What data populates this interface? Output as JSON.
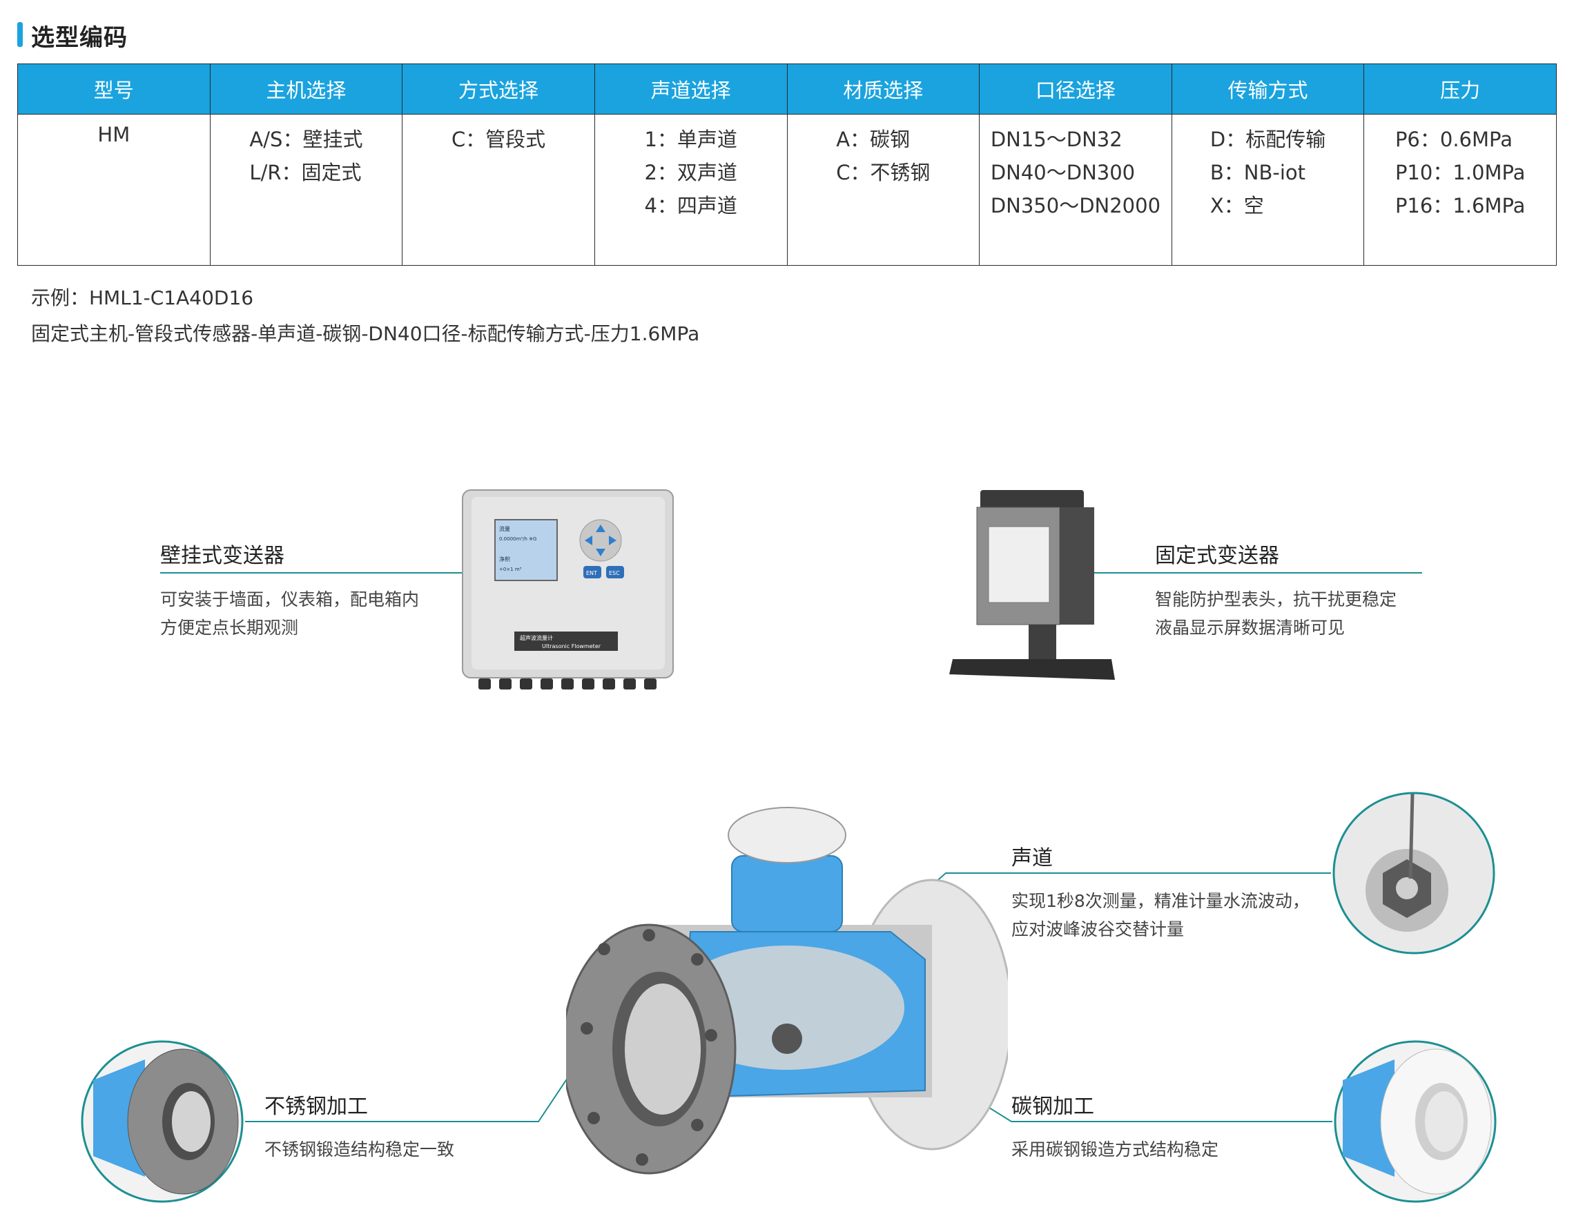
{
  "section": {
    "title": "选型编码"
  },
  "table": {
    "headers": [
      "型号",
      "主机选择",
      "方式选择",
      "声道选择",
      "材质选择",
      "口径选择",
      "传输方式",
      "压力"
    ],
    "cells": [
      [
        "HM"
      ],
      [
        "A/S：壁挂式",
        "L/R：固定式"
      ],
      [
        "C：管段式"
      ],
      [
        "1：单声道",
        "2：双声道",
        "4：四声道"
      ],
      [
        "A：碳钢",
        "C：不锈钢"
      ],
      [
        "DN15～DN32",
        "DN40～DN300",
        "DN350～DN2000"
      ],
      [
        "D：标配传输",
        "B：NB-iot",
        "X：空"
      ],
      [
        "P6：0.6MPa",
        "P10：1.0MPa",
        "P16：1.6MPa"
      ]
    ]
  },
  "example": {
    "code_line": "示例：HML1-C1A40D16",
    "desc_line": "固定式主机-管段式传感器-单声道-碳钢-DN40口径-标配传输方式-压力1.6MPa"
  },
  "devices": {
    "wall": {
      "title": "壁挂式变送器",
      "desc": [
        "可安装于墙面，仪表箱，配电箱内",
        "方便定点长期观测"
      ],
      "screen_line1": "流量",
      "screen_line2": "0.0000m³/h ※G",
      "screen_line3": "净积",
      "screen_line4": "+0×1 m³",
      "btn1": "ENT",
      "btn2": "ESC",
      "brand_cn": "超声波流量计",
      "brand_en": "Ultrasonic Flowmeter"
    },
    "fixed": {
      "title": "固定式变送器",
      "desc": [
        "智能防护型表头，抗干扰更稳定",
        "液晶显示屏数据清晰可见"
      ]
    }
  },
  "features": {
    "channel": {
      "title": "声道",
      "desc": [
        "实现1秒8次测量，精准计量水流波动，",
        "应对波峰波谷交替计量"
      ]
    },
    "stainless": {
      "title": "不锈钢加工",
      "desc": [
        "不锈钢锻造结构稳定一致"
      ]
    },
    "carbon": {
      "title": "碳钢加工",
      "desc": [
        "采用碳钢锻造方式结构稳定"
      ]
    }
  },
  "colors": {
    "header_blue": "#1aa3de",
    "leader_teal": "#1b8f92",
    "body_blue": "#4aa6e6",
    "steel": "#8c8c8c"
  }
}
